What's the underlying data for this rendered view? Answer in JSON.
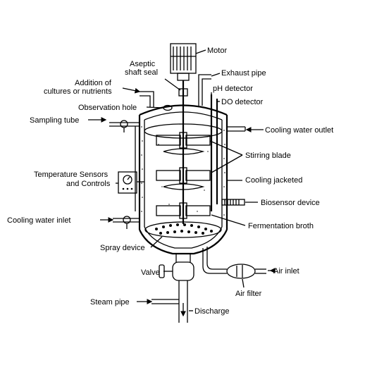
{
  "labels": {
    "motor": "Motor",
    "aseptic_seal_1": "Aseptic",
    "aseptic_seal_2": "shaft seal",
    "exhaust_pipe": "Exhaust pipe",
    "addition_1": "Addition of",
    "addition_2": "cultures or nutrients",
    "ph_detector": "pH detector",
    "do_detector": "DO detector",
    "observation_hole": "Observation hole",
    "sampling_tube": "Sampling tube",
    "cooling_water_outlet": "Cooling water outlet",
    "stirring_blade": "Stirring blade",
    "temp_1": "Temperature Sensors",
    "temp_2": "and Controls",
    "cooling_jacketed": "Cooling jacketed",
    "biosensor_device": "Biosensor device",
    "cooling_water_inlet": "Cooling water inlet",
    "fermentation_broth": "Fermentation broth",
    "spray_device": "Spray device",
    "valve": "Valve",
    "air_inlet": "Air inlet",
    "air_filter": "Air filter",
    "steam_pipe": "Steam pipe",
    "discharge": "Discharge"
  }
}
